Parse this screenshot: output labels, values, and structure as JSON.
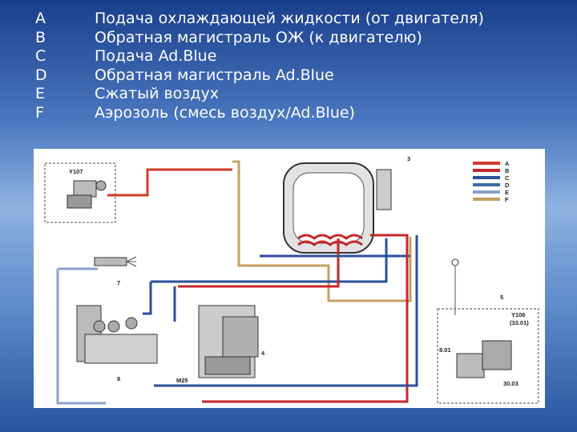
{
  "legend_items": [
    {
      "letter": "A",
      "text": "Подача охлаждающей жидкости (от двигателя)"
    },
    {
      "letter": "B",
      "text": "Обратная магистраль ОЖ (к двигателю)"
    },
    {
      "letter": "C",
      "text": "Подача Ad.Blue"
    },
    {
      "letter": "D",
      "text": "Обратная магистраль Ad.Blue"
    },
    {
      "letter": "E",
      "text": "Сжатый воздух"
    },
    {
      "letter": "F",
      "text": "Аэрозоль (смесь воздух/Ad.Blue)"
    }
  ],
  "diagram": {
    "key_letters": [
      "A",
      "B",
      "C",
      "D",
      "E",
      "F"
    ],
    "key_colors": [
      "#d23a2a",
      "#c8262a",
      "#2a4f9a",
      "#3b6aa8",
      "#8aa0c8",
      "#c4a060"
    ],
    "labels": {
      "y107": "Y107",
      "tank": "3",
      "atomizer": "7",
      "valve_block": "8",
      "pump": "4",
      "pump_id": "M25",
      "line": "5",
      "y106": "Y106",
      "y106_sub": "(33.01)",
      "p801": "8.01",
      "p3003": "30.03"
    }
  }
}
